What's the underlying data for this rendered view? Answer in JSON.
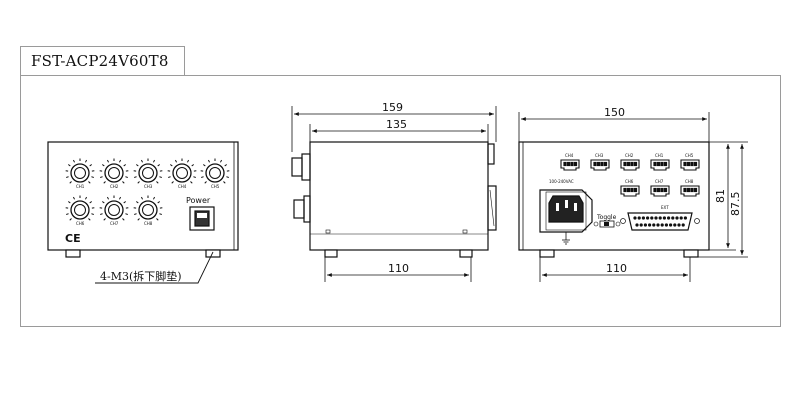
{
  "model": "FST-ACP24V60T8",
  "front": {
    "power_label": "Power",
    "ce_mark": "CE",
    "knob_labels": [
      "CH1",
      "CH2",
      "CH3",
      "CH4",
      "CH5",
      "CH6",
      "CH7",
      "CH8"
    ]
  },
  "side": {
    "dim_overall": "159",
    "dim_body": "135",
    "dim_feet": "110"
  },
  "rear": {
    "dim_width": "150",
    "dim_feet": "110",
    "dim_height_body": "81",
    "dim_height_total": "87.5",
    "voltage_label": "100-240VAC",
    "toggle_label": "Toggle",
    "ext_label": "EXT",
    "connector_labels": [
      "CH4",
      "CH3",
      "CH2",
      "CH1",
      "CH5",
      "CH6",
      "CH7",
      "CH8"
    ]
  },
  "note": "4-M3(拆下脚垫)"
}
